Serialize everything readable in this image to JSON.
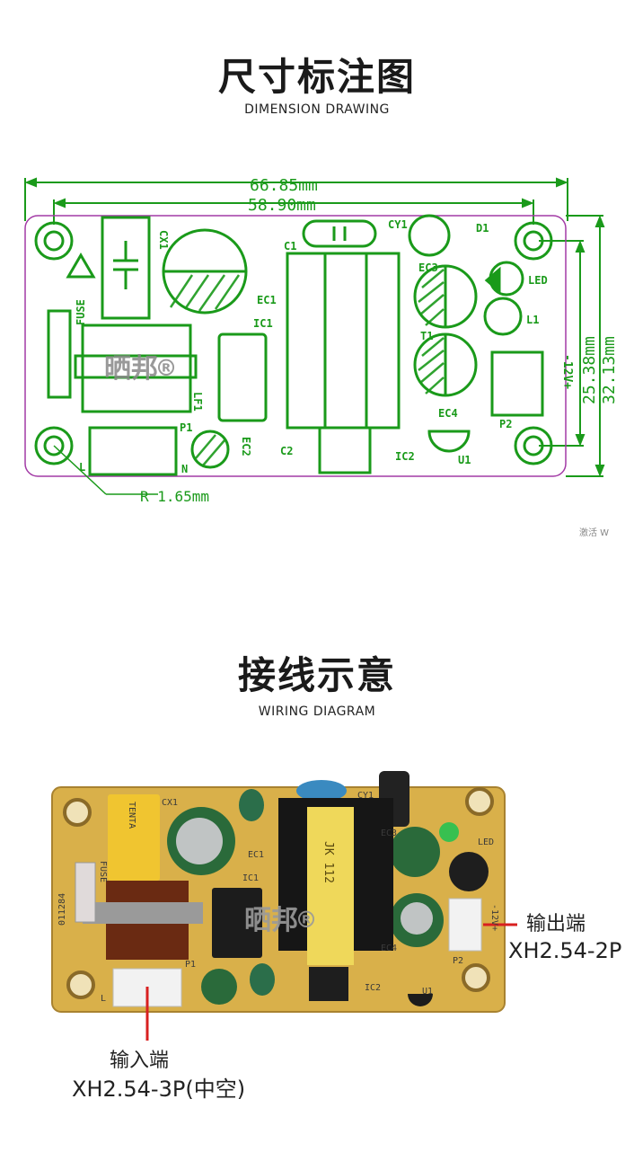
{
  "section1": {
    "title": "尺寸标注图",
    "subtitle": "DIMENSION DRAWING",
    "dim_total_width": "66.85mm",
    "dim_hole_spacing": "58.90mm",
    "dim_hole_height": "25.38mm",
    "dim_total_height": "32.13mm",
    "dim_radius": "R 1.65mm",
    "watermark": "晒邦®",
    "side_text": "激活 W",
    "silkscreen": {
      "cx1": "CX1",
      "c1": "C1",
      "cy1": "CY1",
      "d1": "D1",
      "ec1": "EC1",
      "ic1": "IC1",
      "ec3": "EC3",
      "led": "LED",
      "fuse": "FUSE",
      "t1": "T1",
      "l1": "L1",
      "lf1": "LF1",
      "p1": "P1",
      "ec4": "EC4",
      "out": "-12V+",
      "p2": "P2",
      "ec2": "EC2",
      "c2": "C2",
      "ic2": "IC2",
      "u1": "U1",
      "l": "L",
      "n": "N"
    },
    "colors": {
      "outline": "#1a9a1a",
      "board_edge": "#a23aa5",
      "dim": "#1a9a1a"
    }
  },
  "section2": {
    "title": "接线示意",
    "subtitle": "WIRING DIAGRAM",
    "output_label": "输出端",
    "output_connector": "XH2.54-2P",
    "input_label": "输入端",
    "input_connector": "XH2.54-3P(中空)",
    "watermark": "晒邦®",
    "board_text": {
      "cx1": "CX1",
      "tenta": "TENTA",
      "cy1": "CY1",
      "ec3": "EC3",
      "led": "LED",
      "ec1": "EC1",
      "ic1": "IC1",
      "fuse": "FUSE",
      "code": "011284",
      "transformer": "JK 112",
      "p1": "P1",
      "l": "L",
      "ic2": "IC2",
      "u1": "U1",
      "ec4": "EC4",
      "p2": "P2",
      "out_mark": "-12V+"
    },
    "colors": {
      "board": "#d9b04a",
      "arrow": "#d82020"
    }
  }
}
